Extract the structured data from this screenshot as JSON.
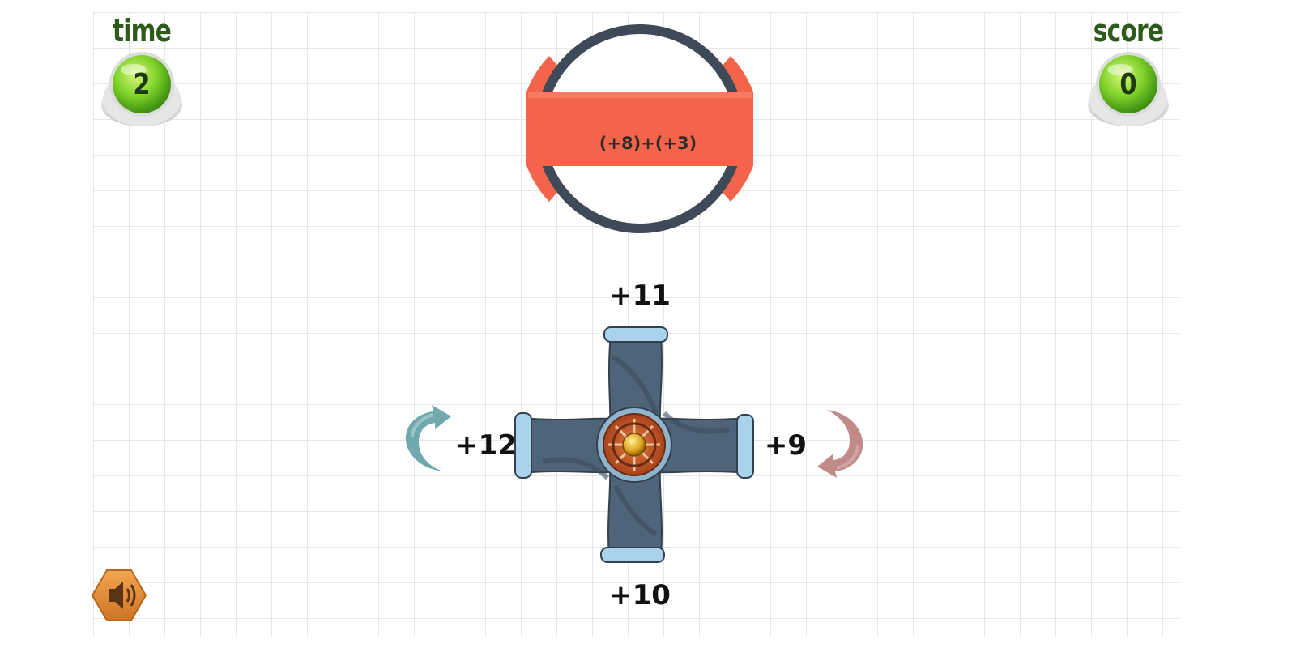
{
  "hud": {
    "time_label": "time",
    "time_value": "2",
    "score_label": "score",
    "score_value": "0"
  },
  "question": {
    "expression": "(+8)+(+3)"
  },
  "answers": {
    "top": "+11",
    "right": "+9",
    "bottom": "+10",
    "left": "+12"
  },
  "controls": {
    "rotate_left_icon": "curved-arrow-left-icon",
    "rotate_right_icon": "curved-arrow-right-icon",
    "sound_icon": "speaker-icon"
  },
  "colors": {
    "board_red": "#f4644a",
    "ring_dark": "#3e4a57",
    "hud_green": "#7fd22a",
    "spinner_body": "#4f6478",
    "spinner_hub": "#c8562a",
    "arrow_left": "#6fa9ad",
    "arrow_right": "#c08a88",
    "sound_orange": "#e08a34"
  }
}
